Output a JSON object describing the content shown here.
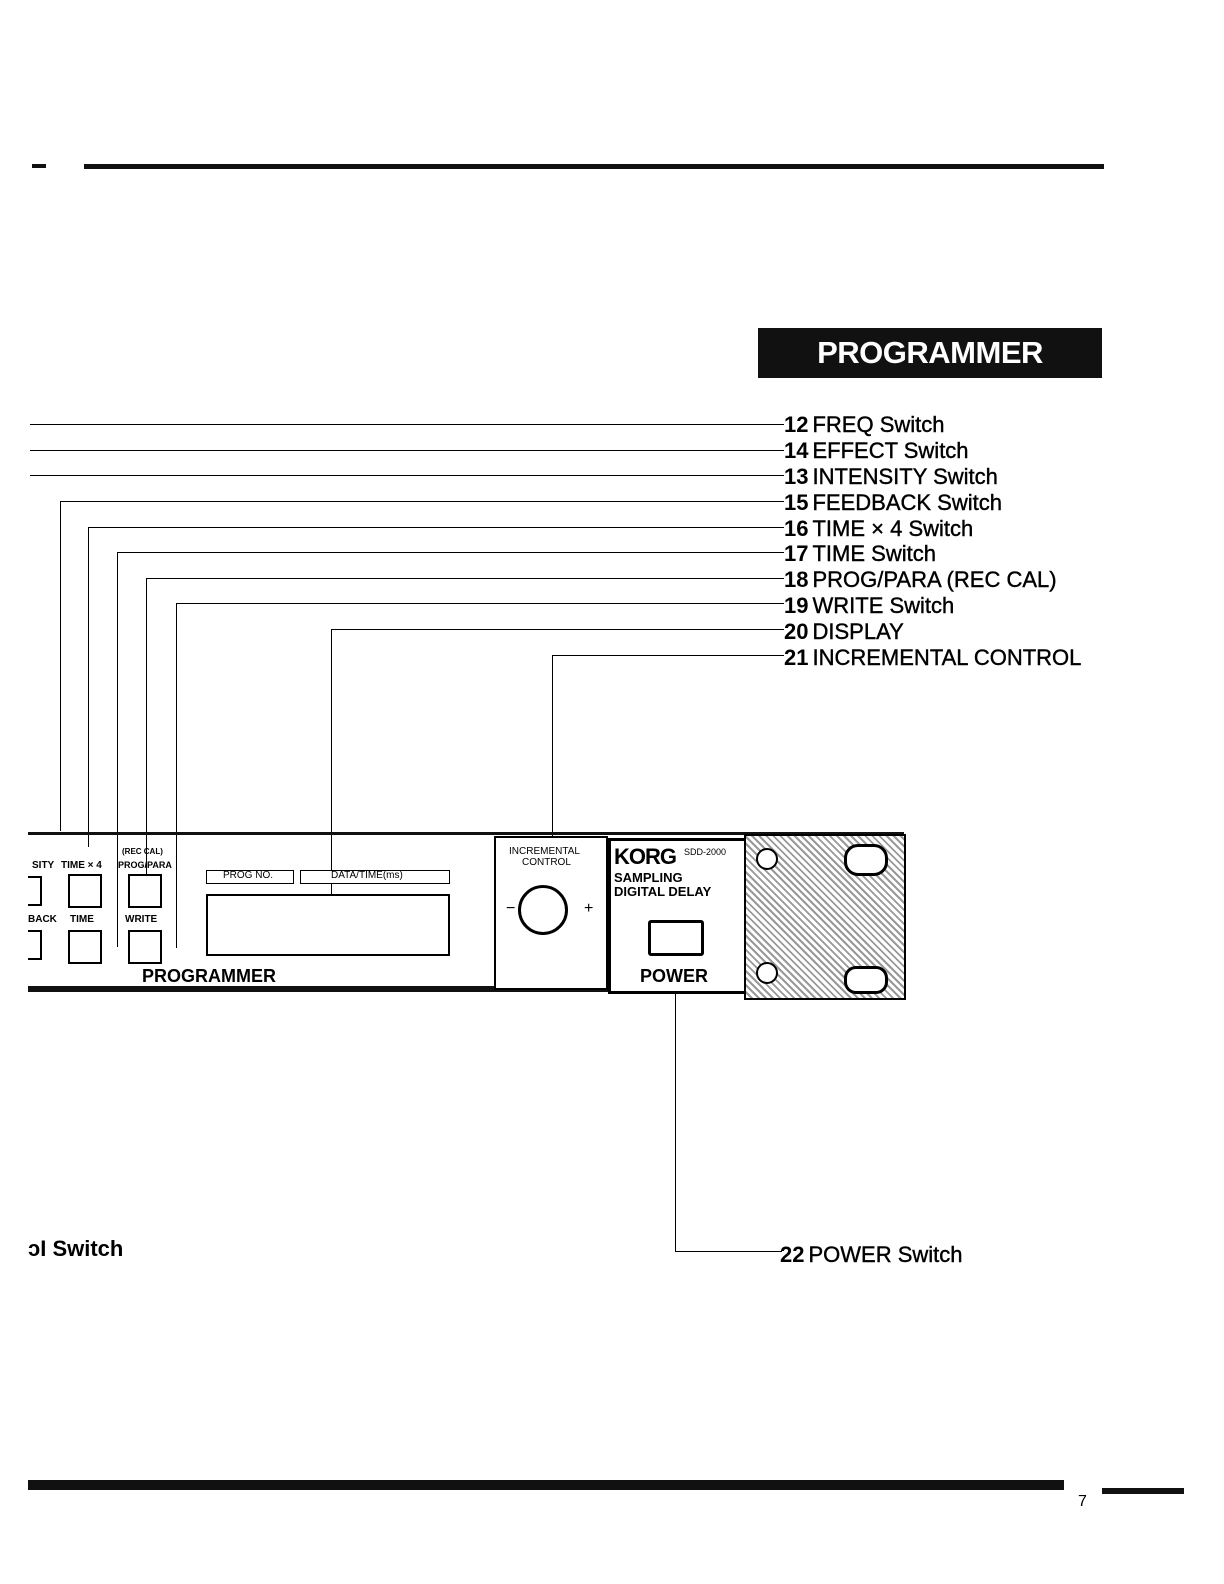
{
  "section_title": "PROGRAMMER SECTION",
  "callouts": [
    {
      "num": "12",
      "label": "FREQ Switch"
    },
    {
      "num": "14",
      "label": "EFFECT Switch"
    },
    {
      "num": "13",
      "label": "INTENSITY Switch"
    },
    {
      "num": "15",
      "label": "FEEDBACK Switch"
    },
    {
      "num": "16",
      "label": "TIME × 4 Switch"
    },
    {
      "num": "17",
      "label": "TIME Switch"
    },
    {
      "num": "18",
      "label": "PROG/PARA (REC CAL)"
    },
    {
      "num": "19",
      "label": "WRITE Switch"
    },
    {
      "num": "20",
      "label": "DISPLAY"
    },
    {
      "num": "21",
      "label": "INCREMENTAL CONTROL"
    }
  ],
  "power_callout": {
    "num": "22",
    "label": "POWER Switch"
  },
  "left_fragment": "ɔI Switch",
  "panel": {
    "sity_label": "SITY",
    "time_x4_label": "TIME × 4",
    "rec_cal_label": "(REC CAL)",
    "prog_para_label": "PROG/PARA",
    "back_label": "BACK",
    "time_label": "TIME",
    "write_label": "WRITE",
    "prog_no_label": "PROG NO.",
    "data_time_label": "DATA/TIME(ms)",
    "programmer_label": "PROGRAMMER",
    "incremental_label_1": "INCREMENTAL",
    "incremental_label_2": "CONTROL",
    "minus": "−",
    "plus": "+",
    "brand": "KORG",
    "model": "SDD-2000",
    "product_1": "SAMPLING",
    "product_2": "DIGITAL DELAY",
    "power_label": "POWER"
  },
  "page_number": "7"
}
